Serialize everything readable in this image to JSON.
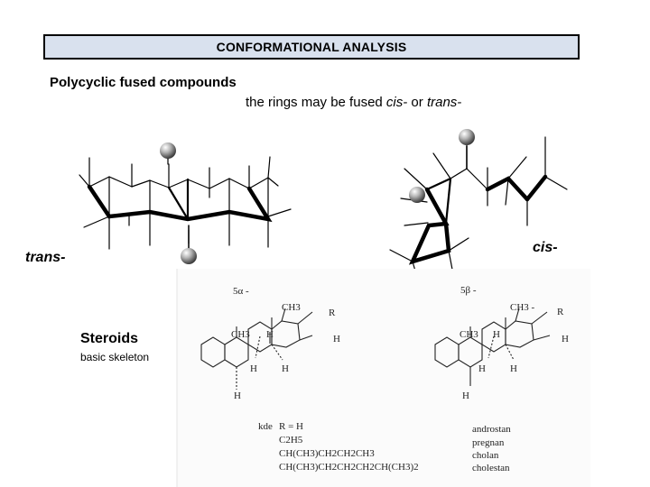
{
  "title": "CONFORMATIONAL ANALYSIS",
  "heading": "Polycyclic fused compounds",
  "subtitle_prefix": "the rings may be fused ",
  "subtitle_cis": "cis-",
  "subtitle_or": " or ",
  "subtitle_trans": "trans-",
  "label_trans": "trans-",
  "label_cis": "cis-",
  "steroids": "Steroids",
  "basic_skeleton": "basic skeleton",
  "scan": {
    "alpha_label": "5α -",
    "beta_label": "5β -",
    "ch3_top": "CH3",
    "ch3_top_right": "CH3 -",
    "ch3": "CH3",
    "r": "R",
    "h": "H",
    "kde": "kde",
    "r_eq": "R = H",
    "sub1": "C2H5",
    "sub2": "CH(CH3)CH2CH2CH3",
    "sub3": "CH(CH3)CH2CH2CH2CH(CH3)2",
    "name1": "androstan",
    "name2": "pregnan",
    "name3": "cholan",
    "name4": "cholestan"
  }
}
